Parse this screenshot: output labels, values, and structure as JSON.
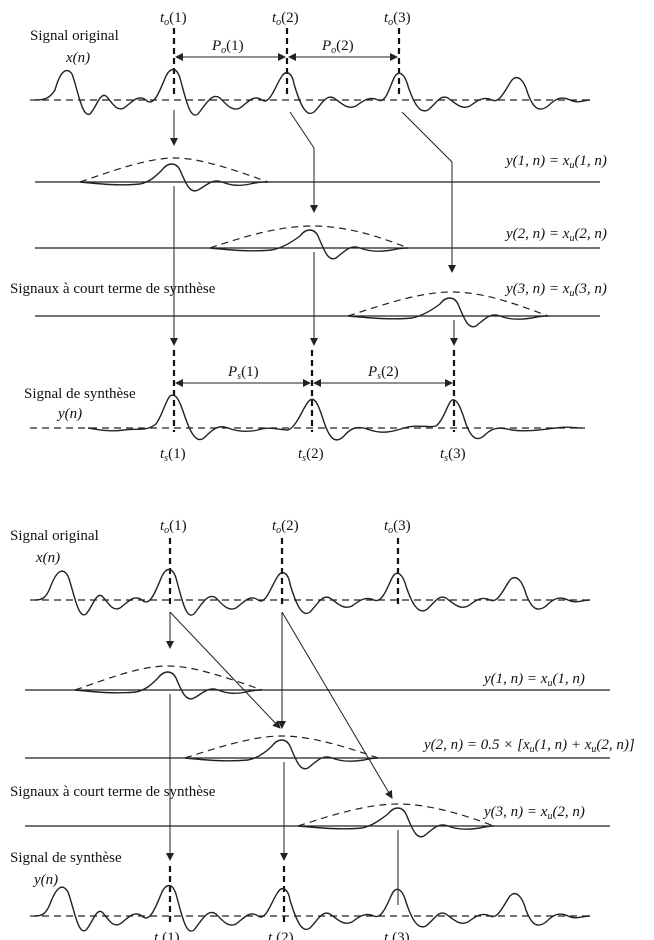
{
  "top": {
    "signal_original": "Signal original",
    "x_n": "x(n)",
    "to": [
      "t",
      "o",
      "(1)",
      "(2)",
      "(3)"
    ],
    "po1": "P",
    "po1_sub": "o",
    "po1_idx": "(1)",
    "po2_idx": "(2)",
    "y1": "y(1, n) = x",
    "y1_sub": "u",
    "y1_end": "(1, n)",
    "y2": "y(2, n) = x",
    "y2_end": "(2, n)",
    "y3": "y(3, n) = x",
    "y3_end": "(3, n)",
    "signaux": "Signaux à court terme de synthèse",
    "ps_sub": "s",
    "signal_synthese": "Signal de synthèse",
    "y_n": "y(n)"
  },
  "bottom": {
    "signal_original": "Signal original",
    "x_n": "x(n)",
    "y1": "y(1, n) = x",
    "y1_end": "(1, n)",
    "y2": "y(2, n) = 0.5 × [x",
    "y2_mid": "(1, n) + x",
    "y2_end": "(2, n)]",
    "y3": "y(3, n) = x",
    "y3_end": "(2, n)",
    "signaux": "Signaux à court terme de synthèse",
    "signal_synthese": "Signal de synthèse",
    "y_n": "y(n)"
  }
}
